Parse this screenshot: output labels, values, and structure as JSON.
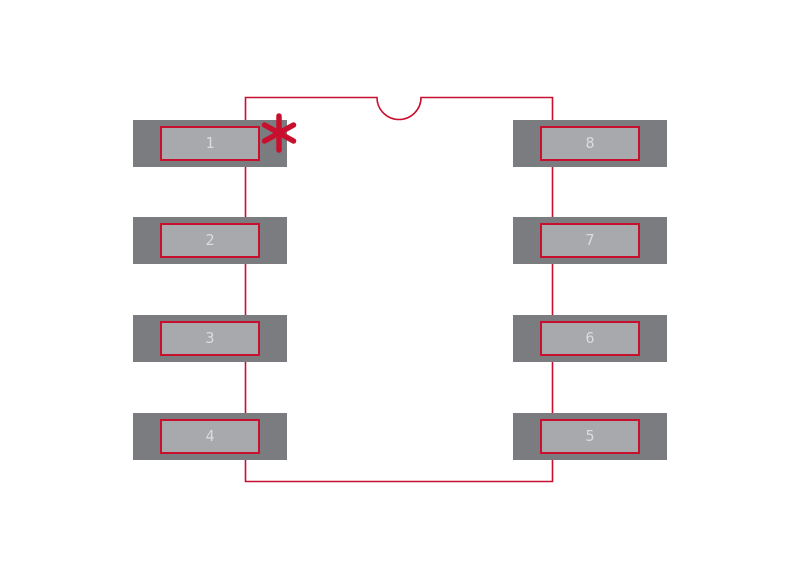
{
  "diagram": {
    "type": "ic-package-footprint-8pin",
    "pins": {
      "left": [
        "1",
        "2",
        "3",
        "4"
      ],
      "right": [
        "8",
        "7",
        "6",
        "5"
      ]
    },
    "pin1_marker": "asterisk"
  },
  "colors": {
    "outline_red": "#c8102e",
    "pad_gray": "#7a7c7f",
    "pad_inner_gray": "#a7a9ac",
    "pin_text": "#dcdcdc",
    "background": "#ffffff"
  }
}
